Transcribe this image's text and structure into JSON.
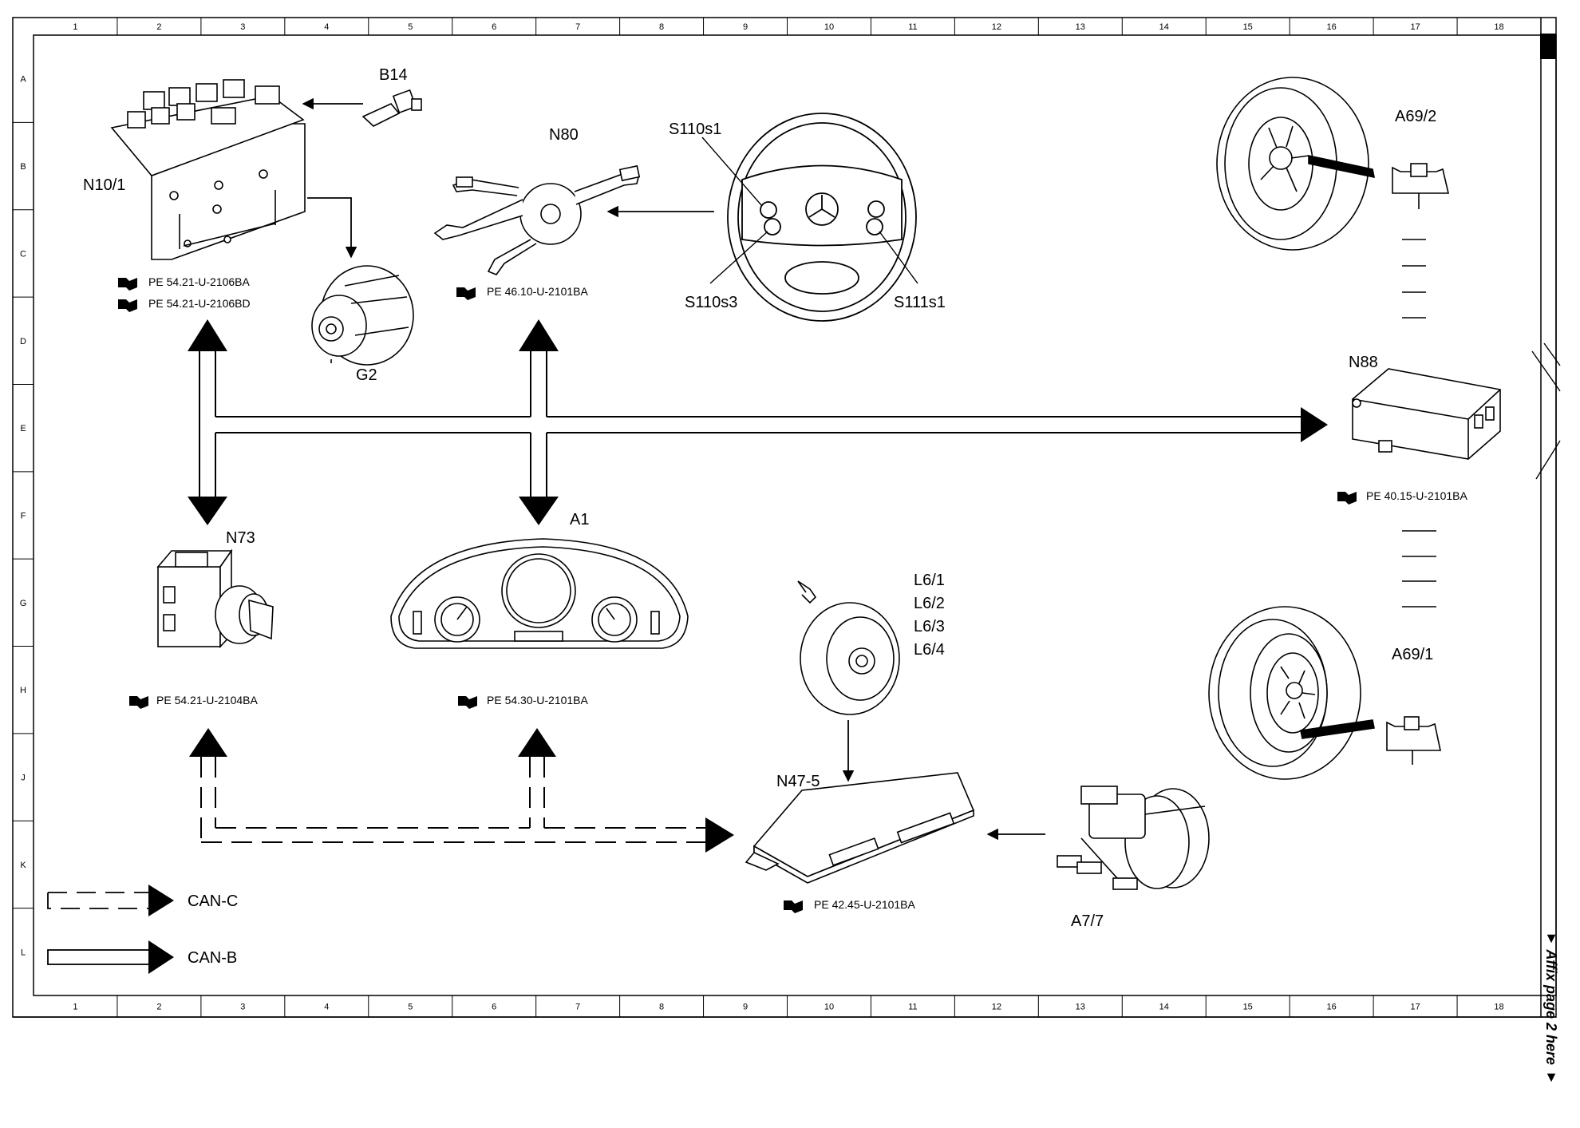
{
  "frame": {
    "columns": [
      "1",
      "2",
      "3",
      "4",
      "5",
      "6",
      "7",
      "8",
      "9",
      "10",
      "11",
      "12",
      "13",
      "14",
      "15",
      "16",
      "17",
      "18"
    ],
    "rows": [
      "A",
      "B",
      "C",
      "D",
      "E",
      "F",
      "G",
      "H",
      "J",
      "K",
      "L"
    ]
  },
  "components": {
    "n10_1": {
      "label": "N10/1",
      "refs": [
        "PE 54.21-U-2106BA",
        "PE 54.21-U-2106BD"
      ]
    },
    "b14": {
      "label": "B14"
    },
    "g2": {
      "label": "G2"
    },
    "n80": {
      "label": "N80",
      "ref": "PE 46.10-U-2101BA"
    },
    "steering": {
      "s110s1": "S110s1",
      "s110s3": "S110s3",
      "s111s1": "S111s1"
    },
    "a69_2": {
      "label": "A69/2"
    },
    "n88": {
      "label": "N88",
      "ref": "PE 40.15-U-2101BA"
    },
    "a69_1": {
      "label": "A69/1"
    },
    "n73": {
      "label": "N73",
      "ref": "PE 54.21-U-2104BA"
    },
    "a1": {
      "label": "A1",
      "ref": "PE 54.30-U-2101BA"
    },
    "l6": {
      "labels": [
        "L6/1",
        "L6/2",
        "L6/3",
        "L6/4"
      ]
    },
    "n47_5": {
      "label": "N47-5",
      "ref": "PE 42.45-U-2101BA"
    },
    "a7_7": {
      "label": "A7/7"
    }
  },
  "legend": {
    "can_c": "CAN-C",
    "can_b": "CAN-B"
  },
  "side_note": "▼ Affix page 2 here ▼"
}
